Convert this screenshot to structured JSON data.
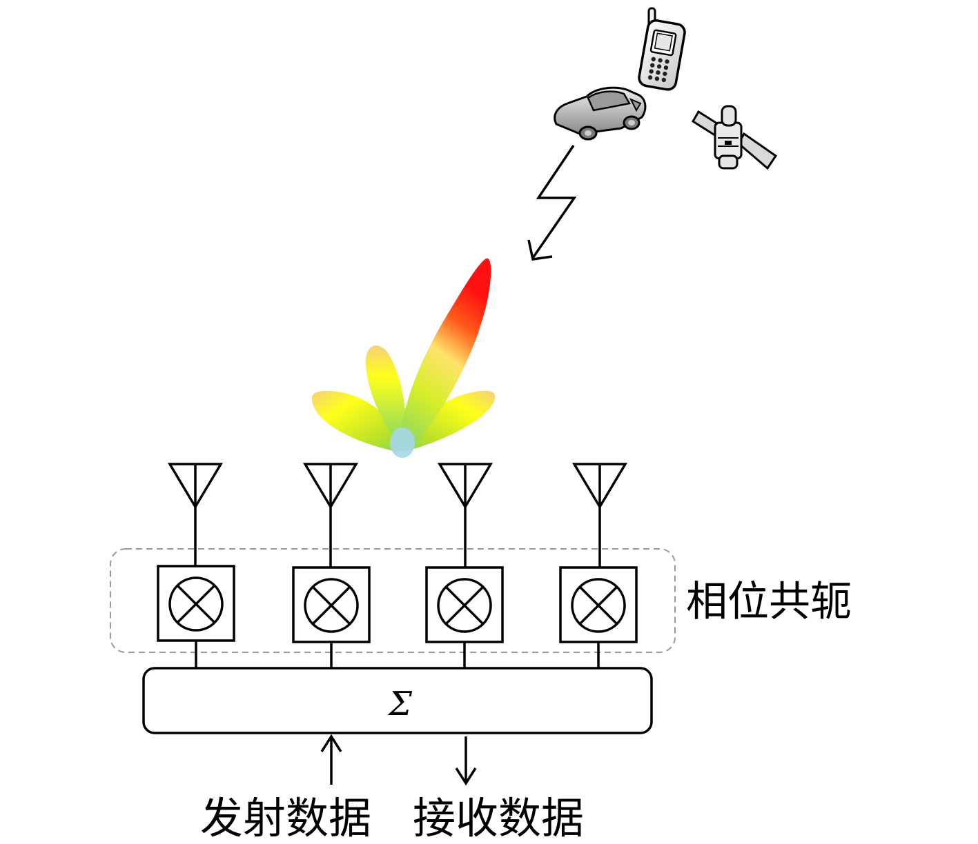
{
  "labels": {
    "phase_conjugate": "相位共轭",
    "sum_symbol": "Σ",
    "transmit_data": "发射数据",
    "receive_data": "接收数据"
  },
  "icons": [
    "mobile-phone-icon",
    "car-icon",
    "satellite-icon",
    "lightning-arrow-icon",
    "radiation-pattern-icon",
    "antenna-icon",
    "mixer-icon"
  ],
  "colors": {
    "beam_main": "#ff1a1a",
    "beam_mid": "#ffff1a",
    "beam_base": "#7fd36a",
    "beam_center": "#a6d6e8",
    "dashed_group": "#999999"
  }
}
